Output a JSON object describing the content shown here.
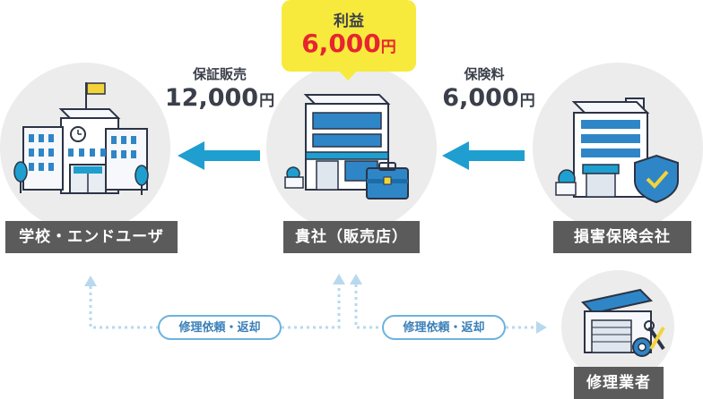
{
  "nodes": {
    "school": {
      "label": "学校・エンドユーザ"
    },
    "company": {
      "label": "貴社（販売店）"
    },
    "insurer": {
      "label": "損害保険会社"
    },
    "repair": {
      "label": "修理業者"
    }
  },
  "flows": {
    "warranty_sale": {
      "caption": "保証販売",
      "amount": "12,000",
      "unit": "円"
    },
    "premium": {
      "caption": "保険料",
      "amount": "6,000",
      "unit": "円"
    }
  },
  "profit": {
    "caption": "利益",
    "amount": "6,000",
    "unit": "円"
  },
  "repair_flows": {
    "left_pill": "修理依頼・返却",
    "right_pill": "修理依頼・返却"
  },
  "colors": {
    "arrow_blue": "#1e9fd0",
    "label_gray": "#5b5b5b",
    "profit_yellow": "#f7ea3c",
    "profit_red": "#e8242f",
    "dotted_line": "#b7d9ee"
  }
}
